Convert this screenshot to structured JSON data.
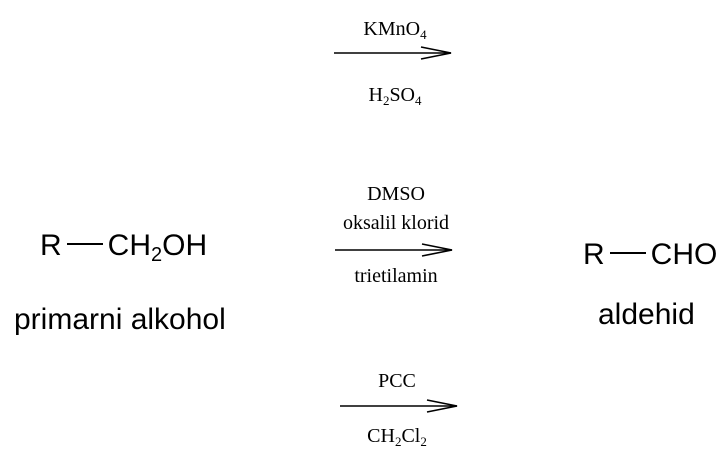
{
  "reactant": {
    "formula": {
      "r": "R",
      "group_main": "CH",
      "group_sub": "2",
      "group_tail": "OH"
    },
    "name": "primarni alkohol"
  },
  "product": {
    "formula": {
      "r": "R",
      "group": "CHO"
    },
    "name": "aldehid"
  },
  "reactions": [
    {
      "above": {
        "main": "KMnO",
        "sub": "4"
      },
      "below": {
        "a": "H",
        "a_sub": "2",
        "b": "SO",
        "b_sub": "4"
      }
    },
    {
      "above": [
        "DMSO",
        "oksalil klorid"
      ],
      "below": "trietilamin"
    },
    {
      "above": "PCC",
      "below": {
        "a": "CH",
        "a_sub": "2",
        "b": "Cl",
        "b_sub": "2"
      }
    }
  ]
}
